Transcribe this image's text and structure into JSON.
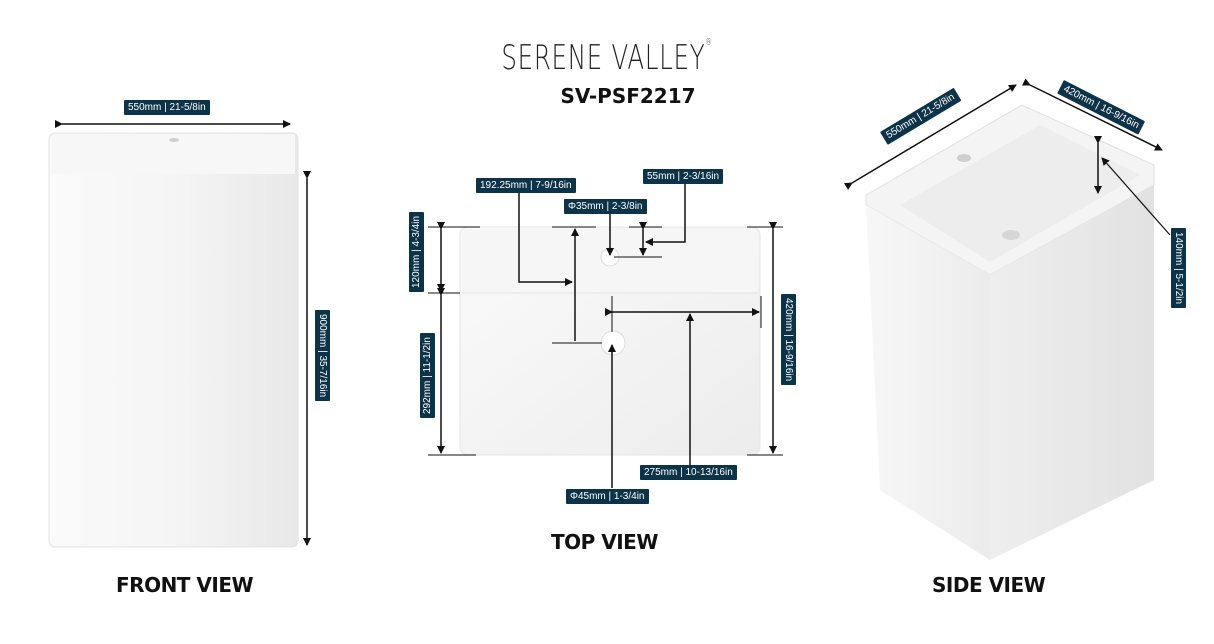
{
  "header": {
    "brand": "SERENE VALLEY",
    "brand_mark": "®",
    "model": "SV-PSF2217"
  },
  "views": {
    "front": {
      "label": "FRONT VIEW",
      "dimensions": {
        "width": "550mm | 21-5/8in",
        "height": "900mm | 35-7/16in"
      }
    },
    "top": {
      "label": "TOP VIEW",
      "dimensions": {
        "faucet_offset_x": "192.25mm | 7-9/16in",
        "faucet_hole_dia": "Φ35mm | 2-3/8in",
        "faucet_offset_y": "55mm | 2-3/16in",
        "deck_depth": "120mm | 4-3/4in",
        "bowl_depth": "292mm | 11-1/2in",
        "total_depth": "420mm | 16-9/16in",
        "drain_to_edge": "275mm | 10-13/16in",
        "drain_dia": "Φ45mm | 1-3/4in"
      }
    },
    "side": {
      "label": "SIDE VIEW",
      "dimensions": {
        "width": "550mm | 21-5/8in",
        "depth": "420mm | 16-9/16in",
        "bowl_height": "140mm | 5-1/2in"
      }
    }
  },
  "colors": {
    "tag_bg": "#0d3349",
    "tag_text": "#ffffff",
    "line": "#111111",
    "product": "#f2f2f2"
  }
}
